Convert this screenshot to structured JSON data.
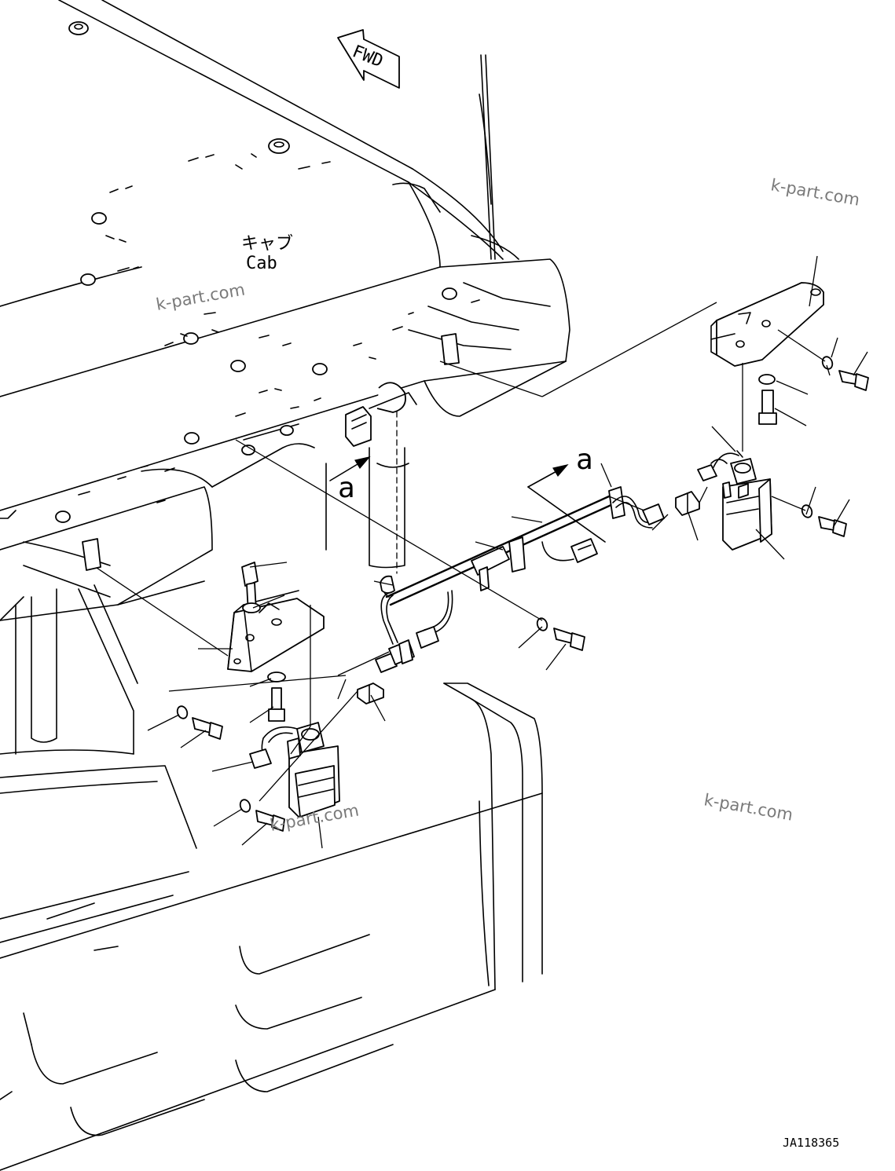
{
  "direction_label": "FWD",
  "cab_label_jp": "キャブ",
  "cab_label_en": "Cab",
  "view_marker": "a",
  "watermark": "k-part.com",
  "drawing_id": "JA118365",
  "colors": {
    "line": "#000000",
    "background": "#ffffff",
    "watermark": "#7a7a7a"
  }
}
